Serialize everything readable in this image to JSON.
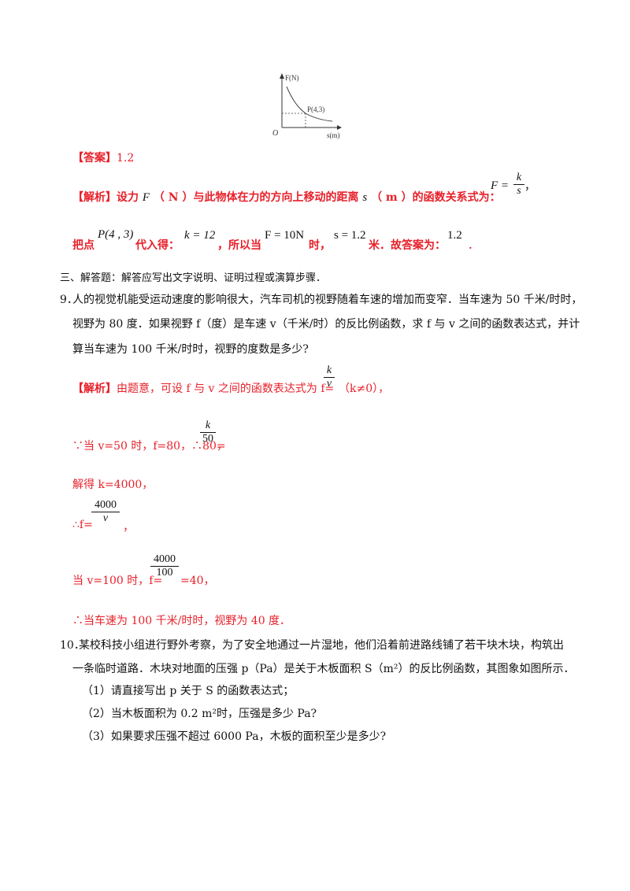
{
  "figure": {
    "y_axis_label": "F(N)",
    "x_axis_label": "s(m)",
    "origin_label": "O",
    "point_label": "P(4,3)"
  },
  "answer": {
    "tag": "【答案】",
    "value": "1.2"
  },
  "analysis8": {
    "tag": "【解析】",
    "line1_a": "设力",
    "var_F": "F",
    "unit_N": "（ N ）",
    "line1_b": "与此物体在力的方向上移动的距离",
    "var_s": "s",
    "unit_m": "（ m ）",
    "line1_c": "的函数关系式为：",
    "formula_lhs": "F =",
    "formula_num": "k",
    "formula_den": "s",
    "formula_tail": "，",
    "line2_a": "把点",
    "point": "P(4 , 3)",
    "line2_b": "代入得：",
    "k_eq": "k = 12",
    "line2_c": "，所以当",
    "F_eq": "F = 10N",
    "line2_d": "时，",
    "s_eq": "s = 1.2",
    "line2_e": "米．故答案为：",
    "final": "1.2",
    "period": "．"
  },
  "section3": {
    "heading": "三、解答题：解答应写出文字说明、证明过程或演算步骤．"
  },
  "q9": {
    "number": "9．",
    "line1": "人的视觉机能受运动速度的影响很大，汽车司机的视野随着车速的增加而变窄．当车速为 50 千米/时时，",
    "line2": "视野为 80 度．如果视野 f（度）是车速 v（千米/时）的反比例函数，求 f 与 v 之间的函数表达式，并计",
    "line3": "算当车速为 100 千米/时时，视野的度数是多少?",
    "solution": {
      "tag": "【解析】",
      "s1_text": "由题意，可设 f 与 v 之间的函数表达式为 f=",
      "s1_num": "k",
      "s1_den": "v",
      "s1_tail": "（k≠0），",
      "s2_text": "∵当 v=50 时，f=80，∴80=",
      "s2_num": "k",
      "s2_den": "50",
      "s2_tail": "，",
      "s3_text": "解得 k=4000，",
      "s4_text": "∴f=",
      "s4_num": "4000",
      "s4_den": "v",
      "s4_tail": "，",
      "s5_text": "当 v=100 时，f=",
      "s5_num": "4000",
      "s5_den": "100",
      "s5_tail": "=40，",
      "s6_text": "∴当车速为 100 千米/时时，视野为 40 度．"
    }
  },
  "q10": {
    "number": "10．",
    "line1": "某校科技小组进行野外考察，为了安全地通过一片湿地，他们沿着前进路线铺了若干块木块，构筑出",
    "line2": "一条临时道路．木块对地面的压强 p（Pa）是关于木板面积 S（m²）的反比例函数，其图象如图所示．",
    "part1": "（1）请直接写出 p 关于 S 的函数表达式；",
    "part2": "（2）当木板面积为 0.2 m²时，压强是多少 Pa?",
    "part3": "（3）如果要求压强不超过 6000 Pa，木板的面积至少是多少?"
  }
}
